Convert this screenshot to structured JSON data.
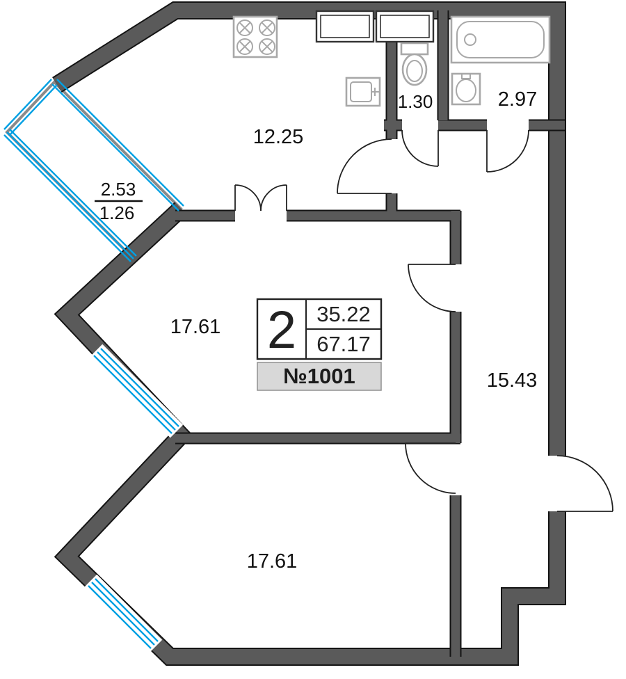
{
  "plate": {
    "rooms_count": "2",
    "living_area": "35.22",
    "total_area": "67.17",
    "number": "№1001"
  },
  "labels": {
    "kitchen_area": "12.25",
    "toilet_area": "1.30",
    "bath_area": "2.97",
    "living_area": "17.61",
    "hall_area": "15.43",
    "bedroom_area": "17.61",
    "balcony_full": "2.53",
    "balcony_reduced": "1.26"
  },
  "colors": {
    "wall": "#5a5a5a",
    "wall_outline": "#141414",
    "window": "#00a0e3",
    "fixture": "#a8a8a8",
    "plate_bg": "#d8d8d8"
  }
}
